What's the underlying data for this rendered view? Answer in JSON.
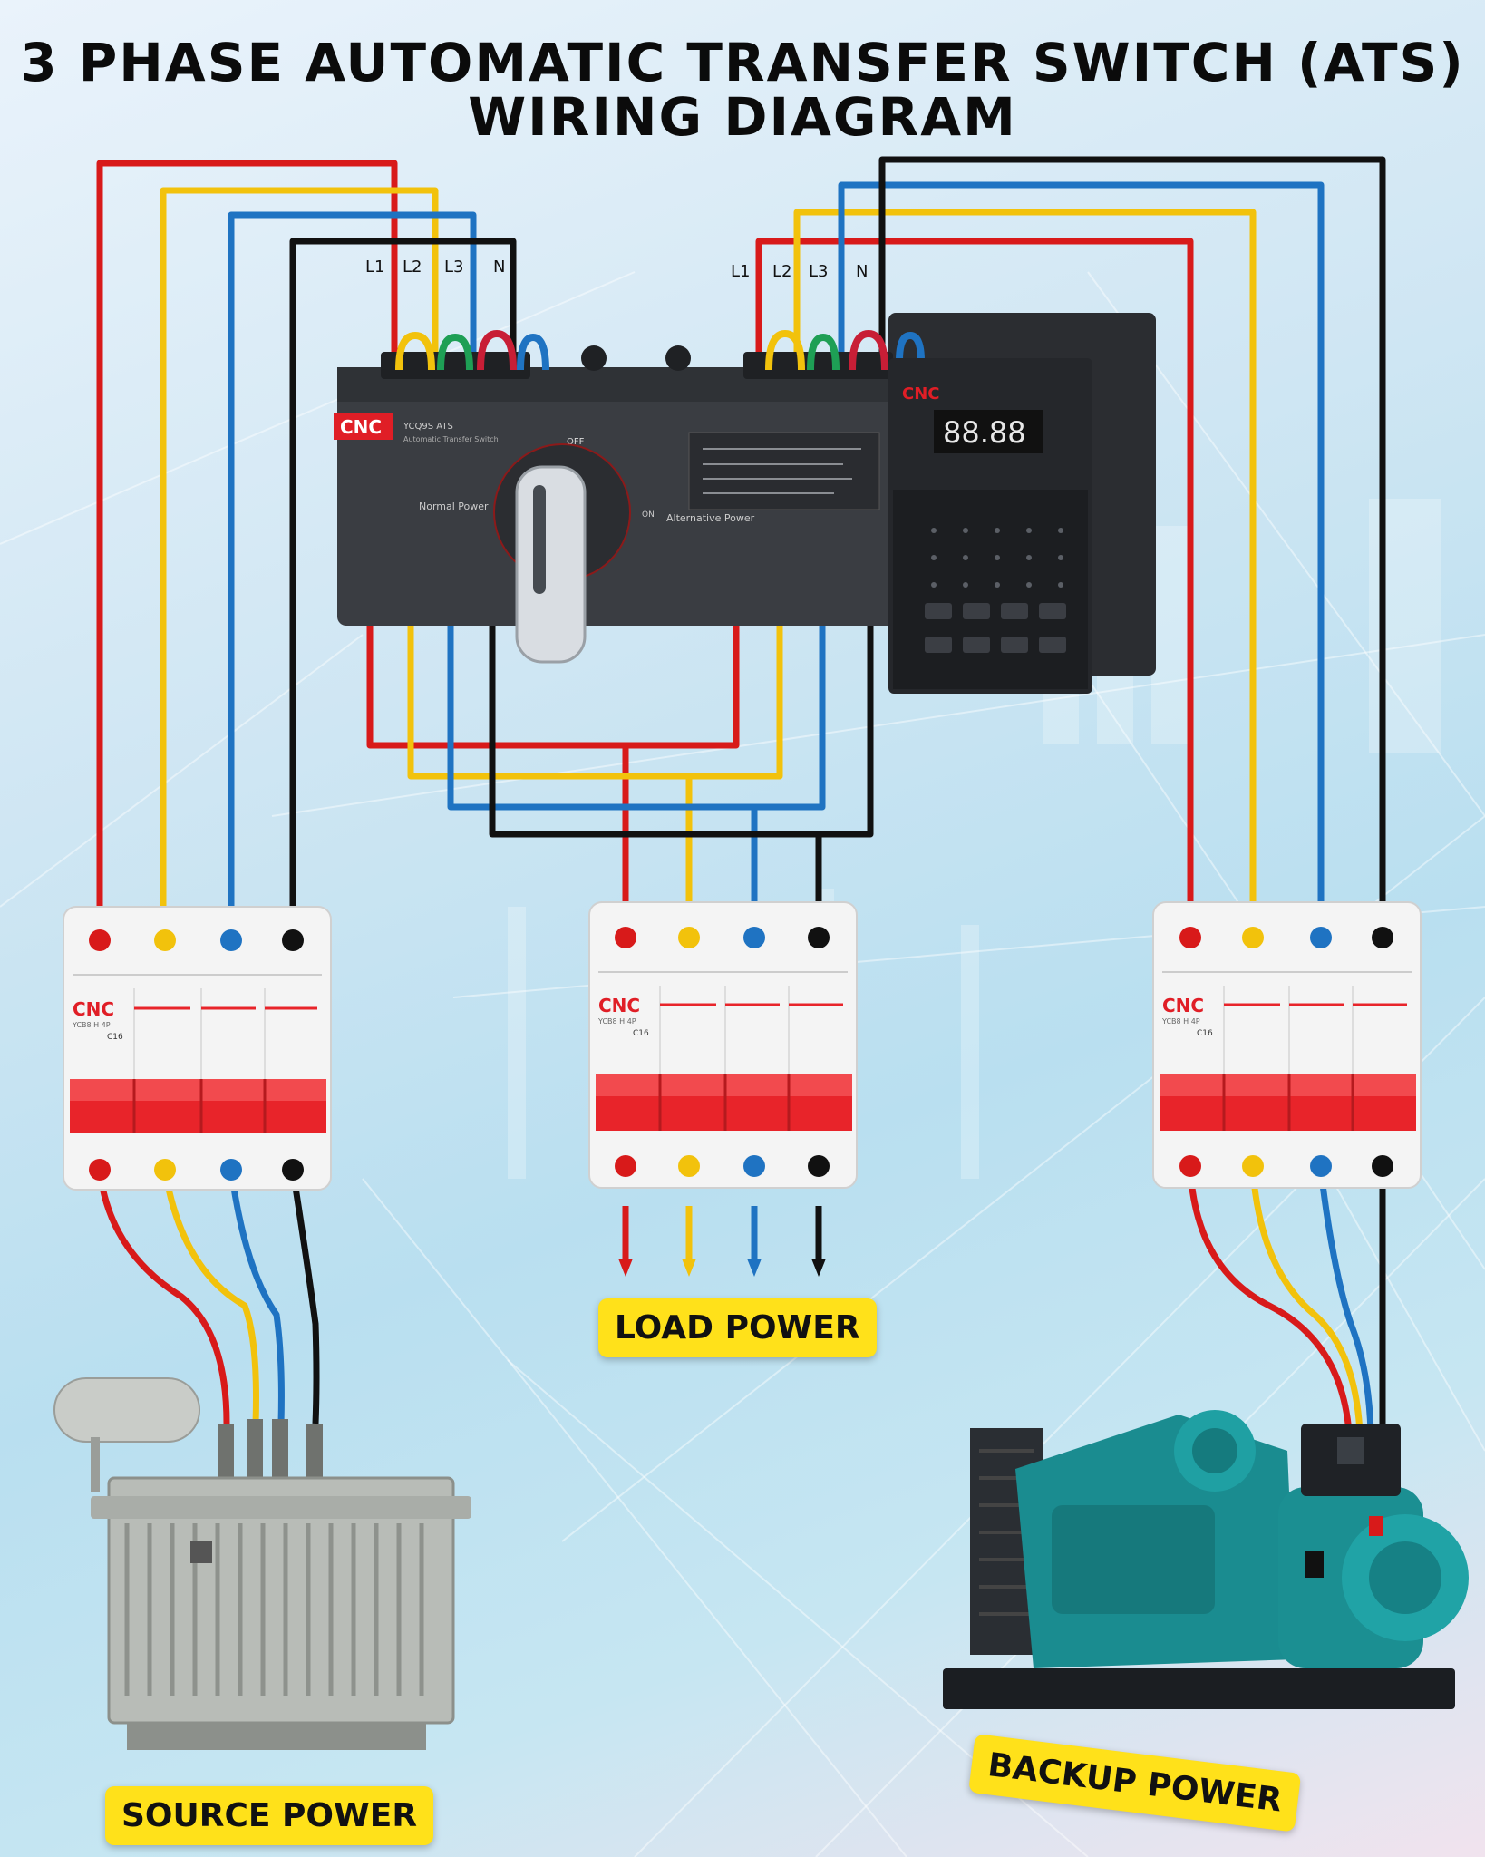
{
  "title": {
    "line1": "3 PHASE AUTOMATIC TRANSFER SWITCH (ATS)",
    "line2": "WIRING DIAGRAM"
  },
  "ats": {
    "left_terminal_labels": [
      "L1",
      "L2",
      "L3",
      "N"
    ],
    "right_terminal_labels": [
      "L1",
      "L2",
      "L3",
      "N"
    ],
    "brand": "CNC",
    "model": "YCQ9S ATS",
    "product_name": "Automatic Transfer Switch",
    "off_label": "OFF",
    "normal_power_label": "Normal Power",
    "alternative_power_label": "Alternative Power",
    "on_left": "ON",
    "on_right": "ON",
    "display_reading": "88.88",
    "controller_brand": "CNC"
  },
  "breakers": [
    {
      "id": "source",
      "brand": "CNC",
      "model": "YCB8 H 4P",
      "rating": "C16"
    },
    {
      "id": "load",
      "brand": "CNC",
      "model": "YCB8 H 4P",
      "rating": "C16"
    },
    {
      "id": "backup",
      "brand": "CNC",
      "model": "YCB8 H 4P",
      "rating": "C16"
    }
  ],
  "labels": {
    "load_power": "LOAD POWER",
    "source_power": "SOURCE POWER",
    "backup_power": "BACKUP POWER"
  },
  "colors": {
    "L1": "#d81a1a",
    "L2": "#f2c20c",
    "L3": "#1f73c2",
    "N": "#111111",
    "breaker_red": "#e8242a",
    "tag_yellow": "#ffe11a",
    "generator_teal": "#1a8c90",
    "ats_body": "#33363b"
  },
  "icons": [
    "transformer-icon",
    "generator-icon",
    "breaker-icon",
    "ats-icon",
    "arrow-down-icon"
  ]
}
